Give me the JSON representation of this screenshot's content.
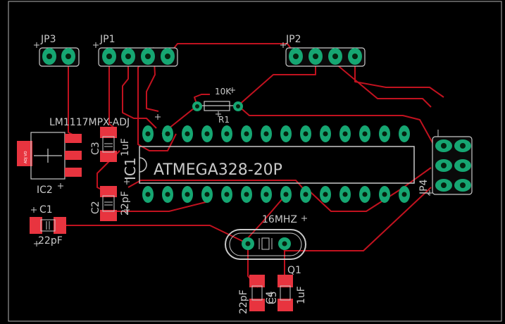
{
  "colors": {
    "background": "#000000",
    "outline": "#b3b3b3",
    "trace": "#c1121f",
    "copper": "#e8343f",
    "pad": "#16a672",
    "pad_hole": "#05230f",
    "silk": "#c8c8c8"
  },
  "labels": {
    "jp3": "JP3",
    "jp1": "JP1",
    "jp2": "JP2",
    "jp4": "JP4",
    "r1_value": "10K",
    "r1_name": "R1",
    "ic2_value": "LM1117MPX-ADJ",
    "ic2_name": "IC2",
    "ic1_name": "IC1",
    "ic1_value": "ATMEGA328-20P",
    "c3_name": "C3",
    "c3_value": "1uF",
    "c2_name": "C2",
    "c2_value": "22pF",
    "c1_name": "C1",
    "c1_value": "22pF",
    "q1_value": "16MHZ",
    "q1_name": "Q1",
    "c4_name": "C4",
    "c4_value": "22pF",
    "c5_name": "C5",
    "c5_value": "1uF",
    "reg_pin_text": "ADJ VO"
  }
}
